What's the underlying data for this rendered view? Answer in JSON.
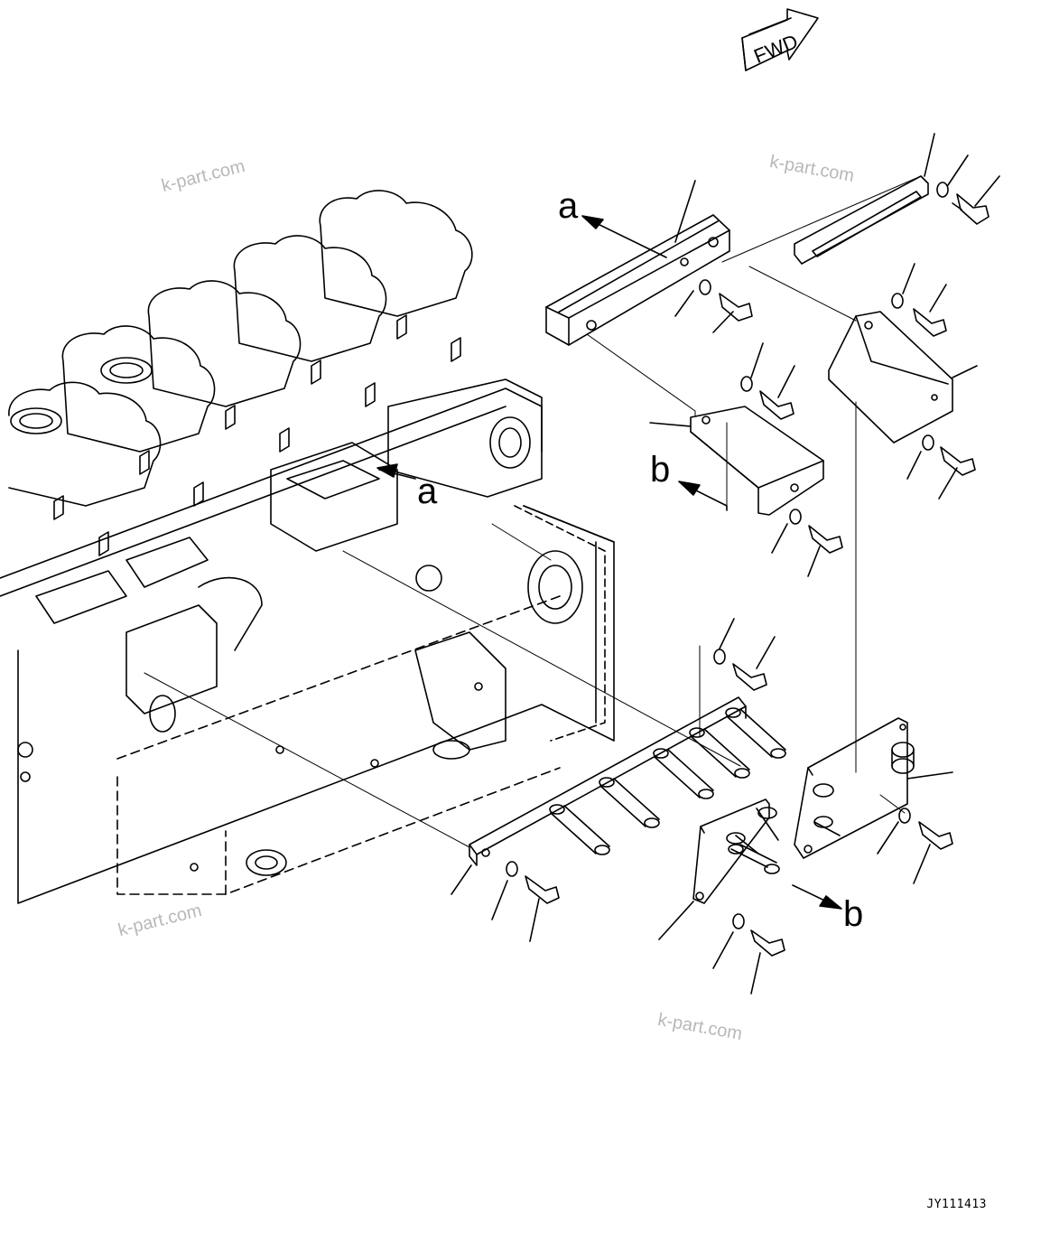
{
  "fwd_label": "FWD",
  "callouts": {
    "a_top": "a",
    "a_engine": "a",
    "b_left": "b",
    "b_right": "b"
  },
  "watermarks": [
    "k-part.com",
    "k-part.com",
    "k-part.com",
    "k-part.com"
  ],
  "drawing_code": "JY111413",
  "line_color": "#000000",
  "watermark_color": "#b8b8b8"
}
